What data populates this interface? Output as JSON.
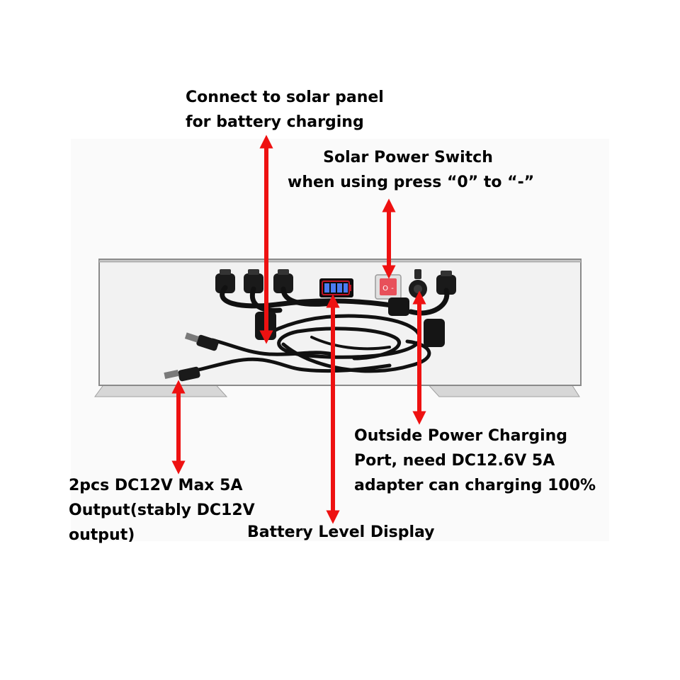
{
  "callouts": {
    "solar_input": {
      "lines": [
        "Connect to solar panel",
        "for battery charging"
      ]
    },
    "solar_switch": {
      "lines": [
        "Solar Power Switch",
        "when using press “0” to “-”"
      ]
    },
    "charging_port": {
      "lines": [
        "Outside Power Charging",
        "Port, need DC12.6V 5A",
        "adapter can charging 100%"
      ]
    },
    "dc_output": {
      "lines": [
        "2pcs DC12V Max 5A",
        "Output(stably DC12V",
        "output)"
      ]
    },
    "battery_display": {
      "lines": [
        "Battery Level Display"
      ]
    }
  },
  "switch_marks": {
    "on": "O",
    "off": "-"
  },
  "colors": {
    "arrow": "#ee1111",
    "panel": "#f2f2f2",
    "cable": "#111111",
    "switch_red": "#e8505a",
    "battery_bar": "#4a7cf2",
    "battery_outline": "#c01525"
  }
}
